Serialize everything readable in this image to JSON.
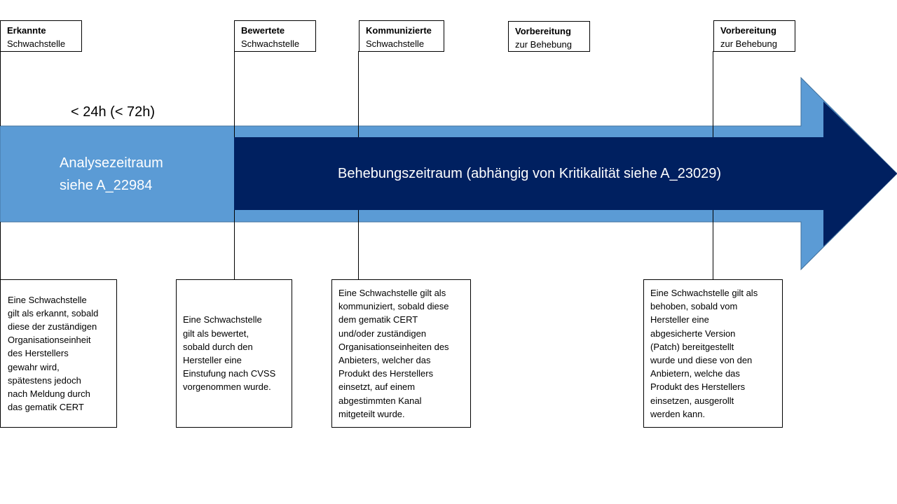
{
  "milestones": [
    {
      "title": "Erkannte",
      "subtitle": "Schwachstelle"
    },
    {
      "title": "Bewertete",
      "subtitle": "Schwachstelle"
    },
    {
      "title": "Kommunizierte",
      "subtitle": "Schwachstelle"
    },
    {
      "title": "Vorbereitung",
      "subtitle": "zur Behebung"
    },
    {
      "title": "Vorbereitung",
      "subtitle": "zur Behebung"
    }
  ],
  "timeframe_label": "< 24h (< 72h)",
  "analysis_period": "Analysezeitraum\nsiehe A_22984",
  "fix_period": "Behebungszeitraum (abhängig von Kritikalität siehe A_23029)",
  "descriptions": [
    "Eine Schwachstelle\ngilt als erkannt, sobald\ndiese der zuständigen\nOrganisationseinheit\ndes Herstellers\ngewahr wird,\nspätestens jedoch\nnach Meldung durch\ndas gematik CERT",
    "Eine Schwachstelle\ngilt als bewertet,\nsobald durch den\nHersteller eine\nEinstufung nach CVSS\nvorgenommen wurde.",
    "Eine Schwachstelle gilt als\nkommuniziert, sobald diese\ndem gematik CERT\nund/oder zuständigen\nOrganisationseinheiten des\nAnbieters, welcher das\nProdukt des Herstellers\neinsetzt, auf einem\nabgestimmten Kanal\nmitgeteilt wurde.",
    "Eine Schwachstelle gilt als\nbehoben, sobald vom\nHersteller eine\nabgesicherte Version\n(Patch) bereitgestellt\nwurde und diese von den\nAnbietern, welche das\nProdukt des Herstellers\neinsetzen, ausgerollt\nwerden kann."
  ],
  "colors": {
    "light_blue": "#5b9bd5",
    "dark_blue": "#002060",
    "line": "#000000"
  }
}
